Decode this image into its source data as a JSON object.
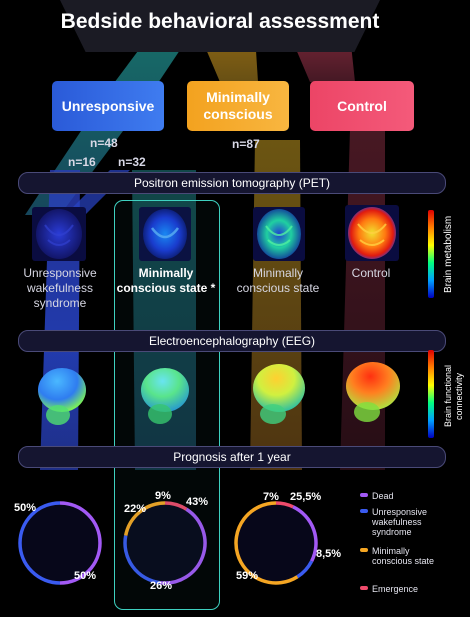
{
  "title": "Bedside behavioral assessment",
  "categories": [
    {
      "key": "unresponsive",
      "label": "Unresponsive",
      "color": "#2f6de8"
    },
    {
      "key": "minimally",
      "label": "Minimally conscious",
      "color": "#f5a623"
    },
    {
      "key": "control",
      "label": "Control",
      "color": "#ef4b6c"
    }
  ],
  "counts": {
    "unresponsive_total": "n=48",
    "unresponsive_a": "n=16",
    "unresponsive_b": "n=32",
    "minimally": "n=87"
  },
  "sections": {
    "pet": "Positron emission tomography (PET)",
    "eeg": "Electroencephalography (EEG)",
    "prognosis": "Prognosis after 1 year"
  },
  "pet_labels": [
    {
      "text": "Unresponsive wakefulness syndrome",
      "bold": false
    },
    {
      "text": "Minimally conscious state *",
      "bold": true
    },
    {
      "text": "Minimally conscious state",
      "bold": false
    },
    {
      "text": "Control",
      "bold": false
    }
  ],
  "colorbars": {
    "pet": "Brain metabolism",
    "eeg": "Brain functional connectivity"
  },
  "outcomes": [
    {
      "slices": [
        {
          "label": "50%",
          "value": 50,
          "color": "#a259f5"
        },
        {
          "label": "50%",
          "value": 50,
          "color": "#3a5bf0"
        }
      ]
    },
    {
      "slices": [
        {
          "label": "9%",
          "value": 9,
          "color": "#ef4b6c"
        },
        {
          "label": "43%",
          "value": 43,
          "color": "#a259f5"
        },
        {
          "label": "26%",
          "value": 26,
          "color": "#3a5bf0"
        },
        {
          "label": "22%",
          "value": 22,
          "color": "#f5a623"
        }
      ]
    },
    {
      "slices": [
        {
          "label": "7%",
          "value": 7,
          "color": "#ef4b6c"
        },
        {
          "label": "25,5%",
          "value": 25.5,
          "color": "#a259f5"
        },
        {
          "label": "8,5%",
          "value": 8.5,
          "color": "#3a5bf0"
        },
        {
          "label": "59%",
          "value": 59,
          "color": "#f5a623"
        }
      ]
    }
  ],
  "legend": [
    {
      "label": "Dead",
      "color": "#a259f5"
    },
    {
      "label": "Unresponsive wakefulness syndrome",
      "color": "#3a5bf0"
    },
    {
      "label": "Minimally conscious state",
      "color": "#f5a623"
    },
    {
      "label": "Emergence",
      "color": "#ef4b6c"
    }
  ]
}
